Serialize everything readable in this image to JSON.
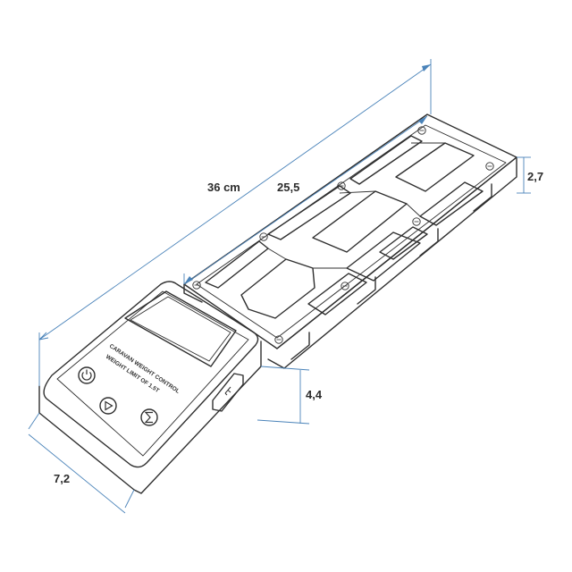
{
  "dimensions": {
    "total_length": "36 cm",
    "scale_length": "25,5",
    "scale_height": "2,7",
    "device_height": "4,4",
    "device_width": "7,2"
  },
  "device": {
    "label_line1": "CARAVAN WEIGHT CONTROL",
    "label_line2": "WEIGHT LIMIT OF 1.5T"
  },
  "icons": [
    "power-icon",
    "play-icon",
    "sigma-icon",
    "usb-icon",
    "screw-icon"
  ],
  "colors": {
    "dimension_lines": "#4a83b9",
    "outlines": "#2f2f2f",
    "background": "#ffffff"
  }
}
